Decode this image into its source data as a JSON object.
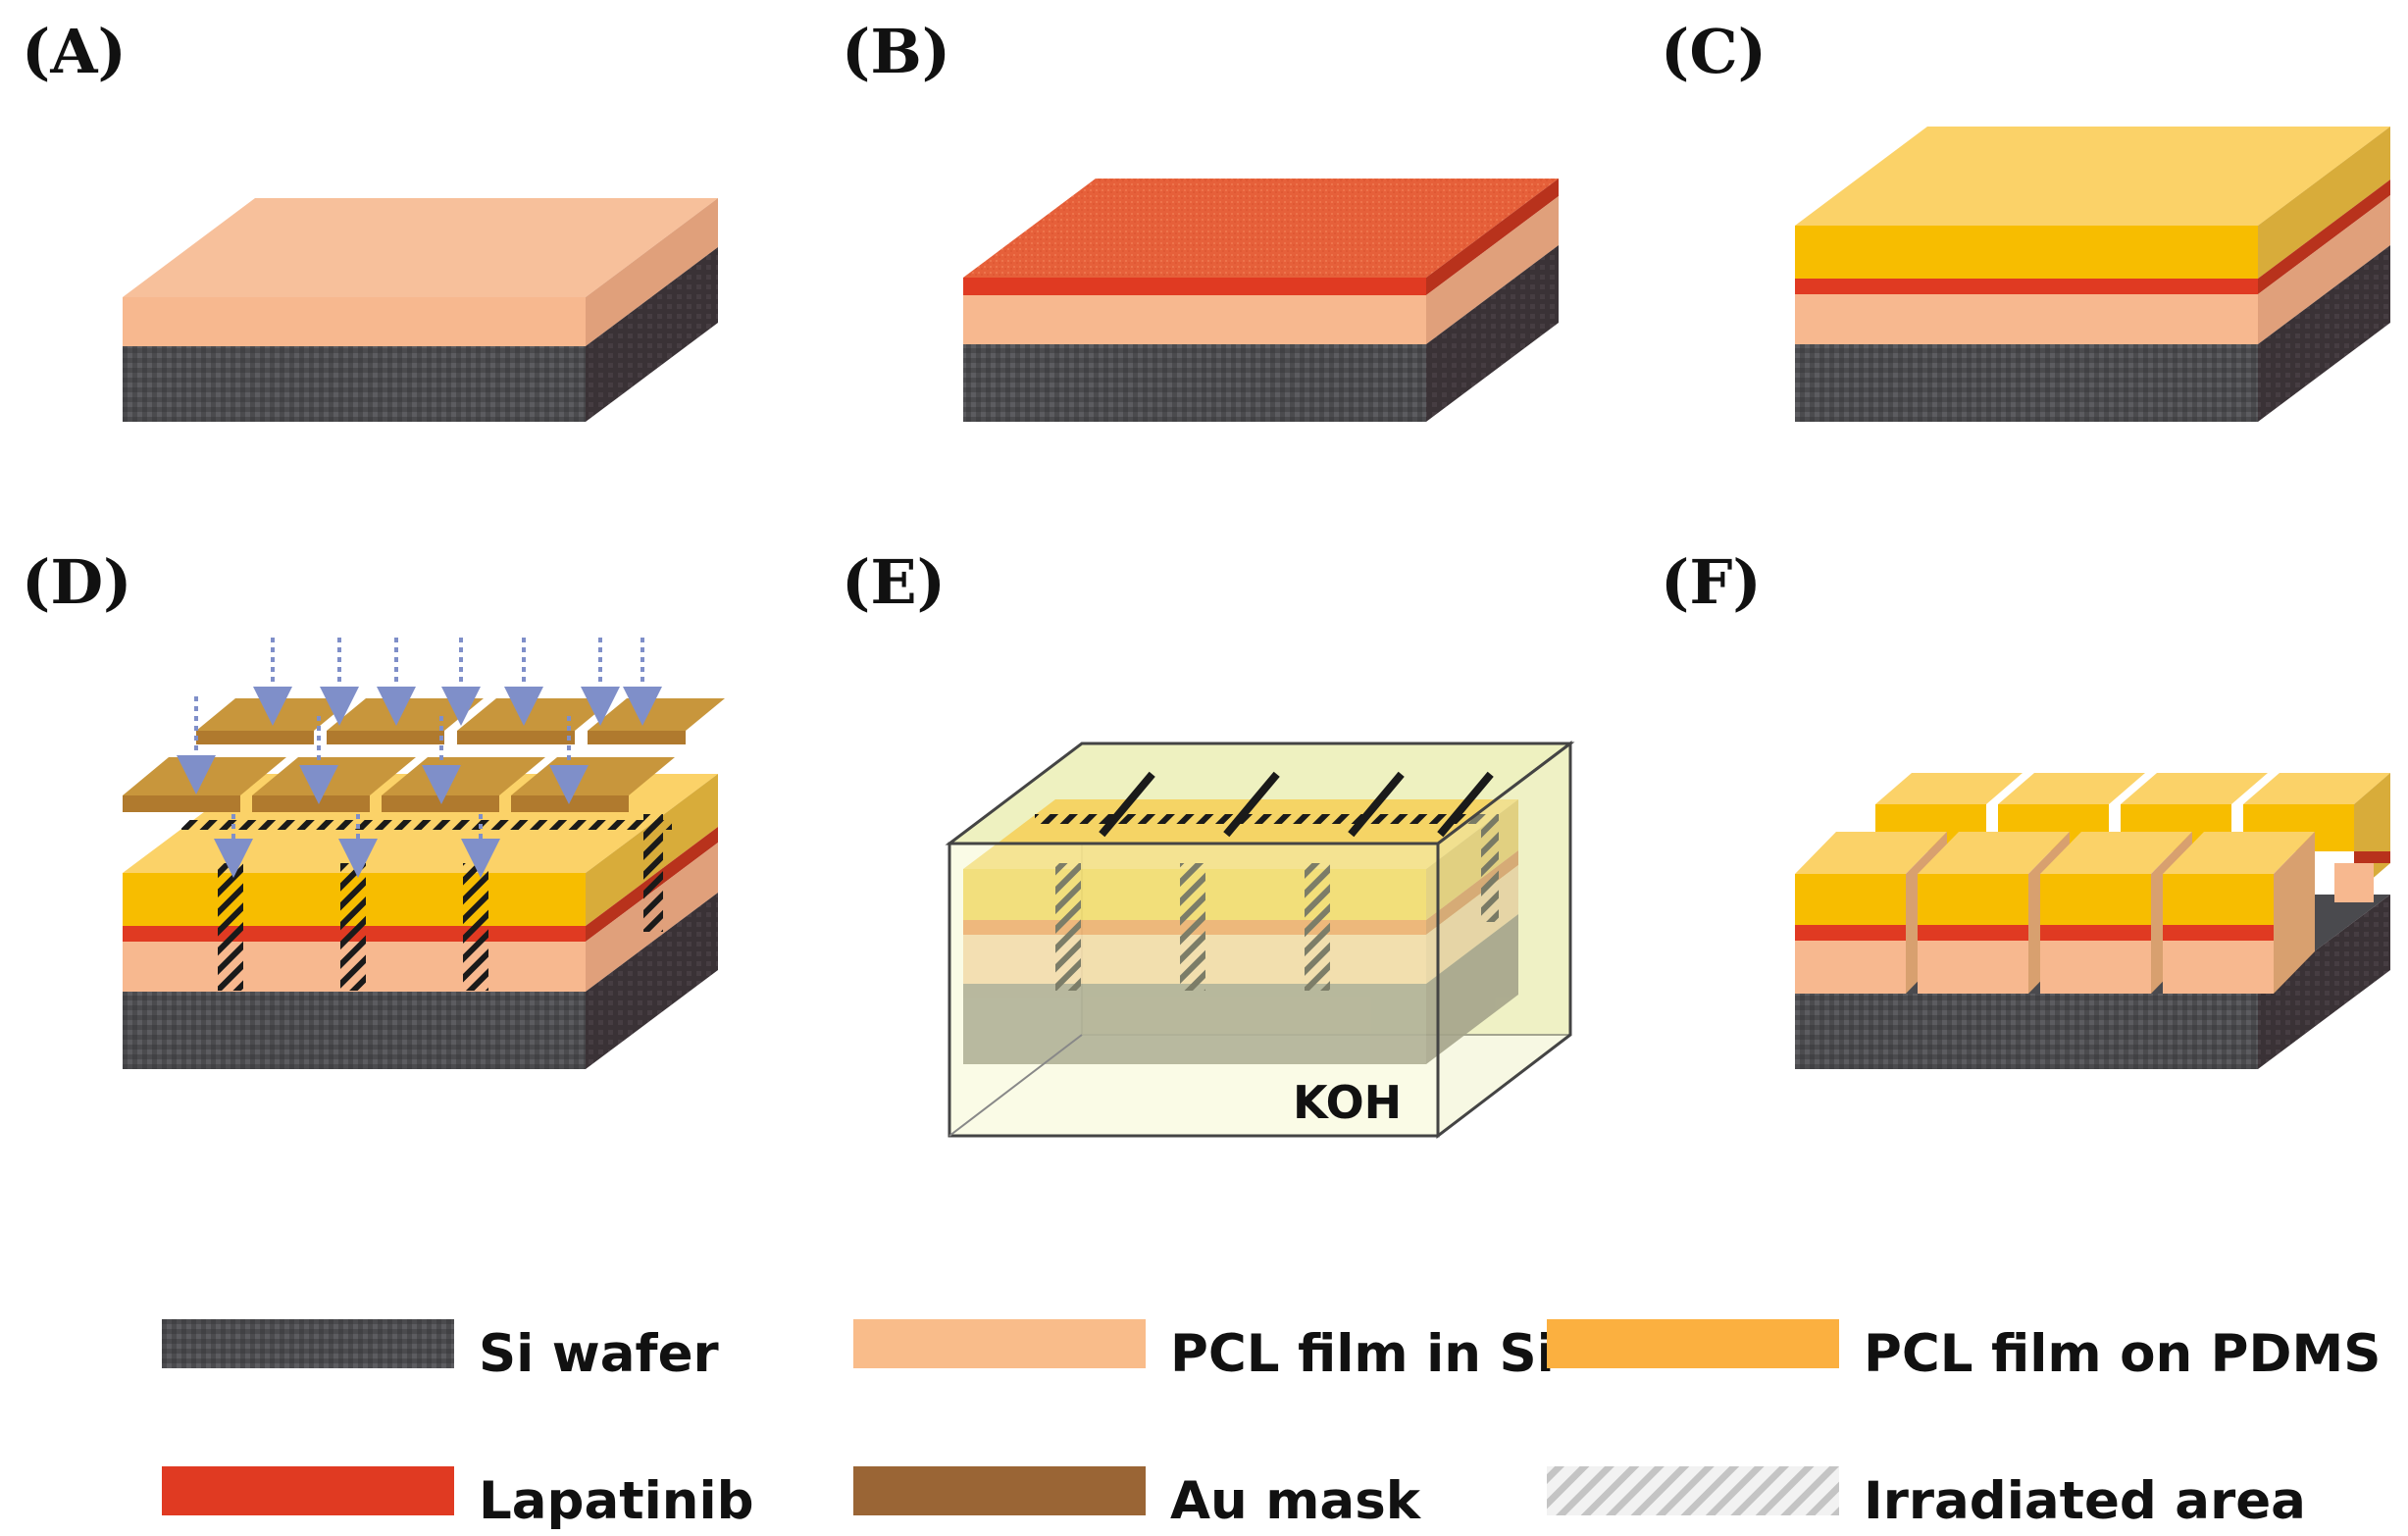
{
  "panels": {
    "a": {
      "label": "(A)"
    },
    "b": {
      "label": "(B)"
    },
    "c": {
      "label": "(C)"
    },
    "d": {
      "label": "(D)"
    },
    "e": {
      "label": "(E)",
      "bath_label": "KOH"
    },
    "f": {
      "label": "(F)"
    }
  },
  "legend": {
    "si_wafer": {
      "label": "Si wafer",
      "color": "#595757"
    },
    "pcl_in_si": {
      "label": "PCL film in Si",
      "color": "#f9bc8a"
    },
    "pcl_on_pdms": {
      "label": "PCL film on PDMS",
      "color": "#fbb040"
    },
    "lapatinib": {
      "label": "Lapatinib",
      "color": "#e03a22"
    },
    "au_mask": {
      "label": "Au mask",
      "color": "#9a6535"
    },
    "irradiated": {
      "label": "Irradiated area",
      "color": "#bdbdbd"
    }
  }
}
